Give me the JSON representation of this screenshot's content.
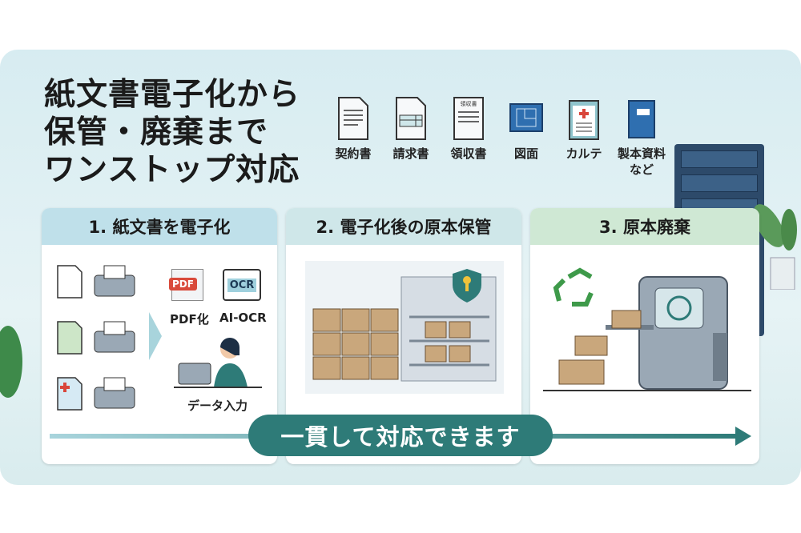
{
  "title_lines": [
    "紙文書電子化から",
    "保管・廃棄まで",
    "ワンストップ対応"
  ],
  "doc_types": [
    "契約書",
    "請求書",
    "領収書",
    "図面",
    "カルテ",
    "製本資料など"
  ],
  "receipt_icon_text": "領収書",
  "steps": [
    {
      "label": "1. 紙文書を電子化",
      "items": {
        "pdf_badge": "PDF",
        "ocr_badge": "OCR",
        "pdf": "PDF化",
        "ocr": "AI-OCR",
        "entry": "データ入力"
      }
    },
    {
      "label": "2. 電子化後の原本保管"
    },
    {
      "label": "3. 原本廃棄"
    }
  ],
  "banner": "一貫して対応できます",
  "colors": {
    "accent": "#2e7b78",
    "step1": "#bfe0ea",
    "step2": "#cfe7e9",
    "step3": "#cfe8d4"
  }
}
